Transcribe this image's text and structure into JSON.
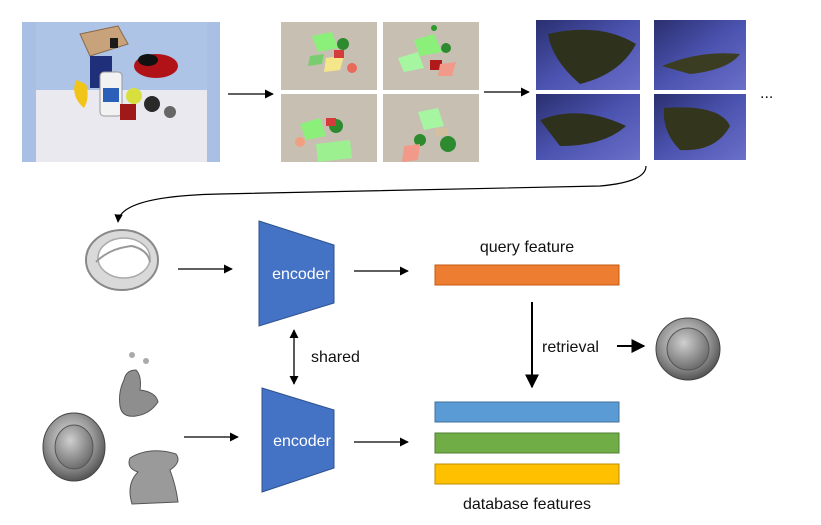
{
  "labels": {
    "encoder_top": "encoder",
    "encoder_bottom": "encoder",
    "shared": "shared",
    "query_feature": "query feature",
    "retrieval": "retrieval",
    "database_features": "database features",
    "ellipsis": "..."
  },
  "colors": {
    "encoder": "#4472c4",
    "query_feature": "#ed7d31",
    "database_feature_1": "#5b9bd5",
    "database_feature_2": "#70ad47",
    "database_feature_3": "#ffc000"
  }
}
